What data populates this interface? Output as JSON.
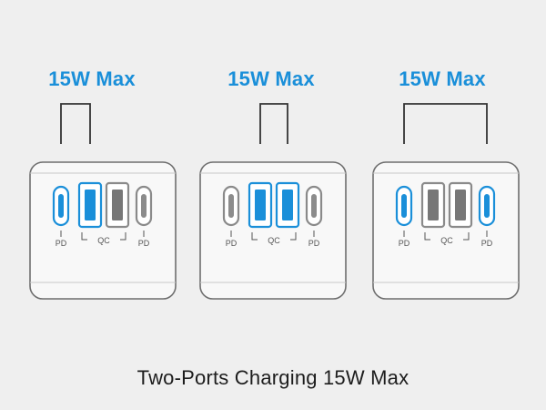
{
  "colors": {
    "accent": "#1a8fd9",
    "device": "#f8f8f8",
    "outline": "#6e6e6e",
    "inactive": "#8a8a8a",
    "background": "#efefef"
  },
  "panels": [
    {
      "label": "15W Max",
      "ports": [
        {
          "type": "usb-c",
          "label": "PD",
          "active": true
        },
        {
          "type": "usb-a",
          "label": "",
          "active": true
        },
        {
          "type": "usb-a",
          "label": "",
          "active": false
        },
        {
          "type": "usb-c",
          "label": "PD",
          "active": false
        }
      ],
      "group_label": "QC"
    },
    {
      "label": "15W Max",
      "ports": [
        {
          "type": "usb-c",
          "label": "PD",
          "active": false
        },
        {
          "type": "usb-a",
          "label": "",
          "active": true
        },
        {
          "type": "usb-a",
          "label": "",
          "active": true
        },
        {
          "type": "usb-c",
          "label": "PD",
          "active": false
        }
      ],
      "group_label": "QC"
    },
    {
      "label": "15W Max",
      "ports": [
        {
          "type": "usb-c",
          "label": "PD",
          "active": true
        },
        {
          "type": "usb-a",
          "label": "",
          "active": false
        },
        {
          "type": "usb-a",
          "label": "",
          "active": false
        },
        {
          "type": "usb-c",
          "label": "PD",
          "active": true
        }
      ],
      "group_label": "QC"
    }
  ],
  "footer": "Two-Ports Charging 15W Max"
}
